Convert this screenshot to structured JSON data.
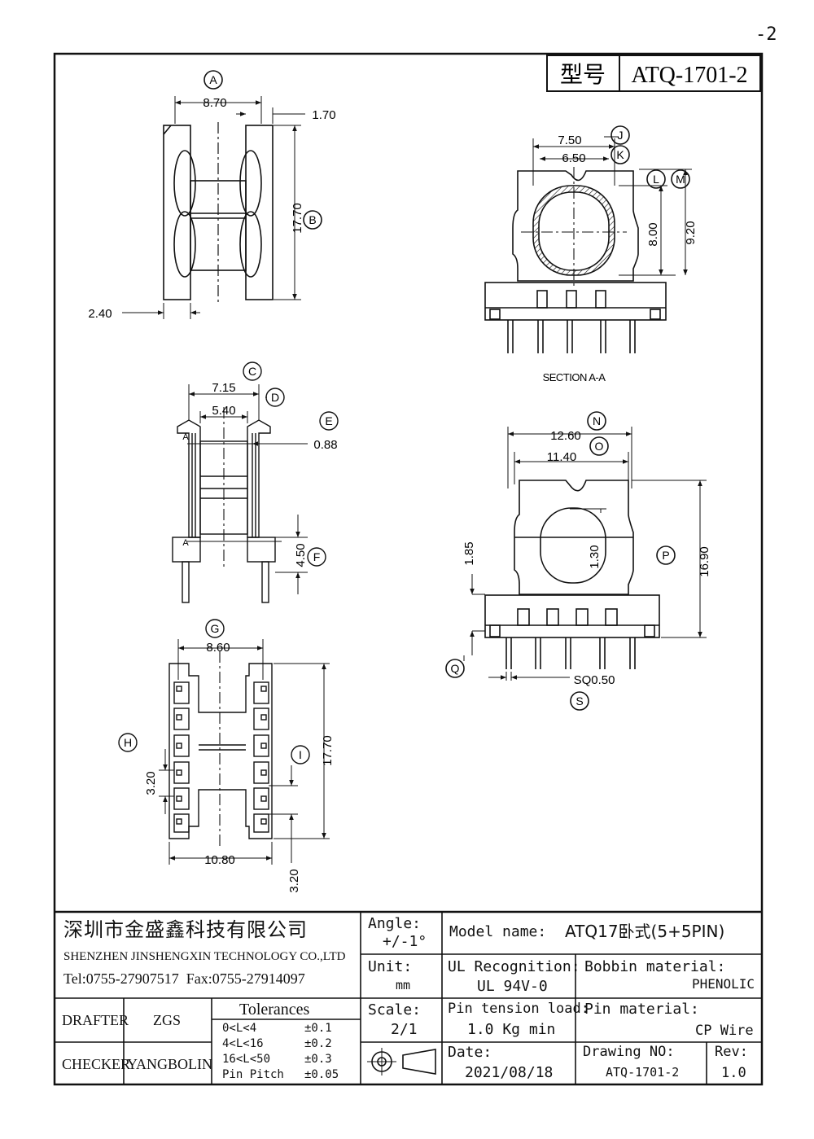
{
  "page_number": "-2",
  "header": {
    "model_label": "型号",
    "model_value": "ATQ-1701-2"
  },
  "views": {
    "top": {
      "dim_a": "8.70",
      "dim_b": "17.70",
      "dim_left": "2.40",
      "dim_right": "1.70",
      "ref_a": "A",
      "ref_b": "B"
    },
    "section": {
      "dim_j": "7.50",
      "dim_k": "6.50",
      "dim_l": "8.00",
      "dim_m": "9.20",
      "ref_j": "J",
      "ref_k": "K",
      "ref_l": "L",
      "ref_m": "M",
      "caption": "SECTION A-A"
    },
    "side": {
      "dim_c": "7.15",
      "dim_d": "5.40",
      "dim_e": "0.88",
      "dim_f": "4.50",
      "ref_c": "C",
      "ref_d": "D",
      "ref_e": "E",
      "ref_f": "F",
      "section_marker": "A"
    },
    "front": {
      "dim_n": "12.60",
      "dim_o": "11.40",
      "dim_p": "16.90",
      "dim_q": "1.85",
      "dim_hole": "1.30",
      "dim_s": "SQ0.50",
      "ref_n": "N",
      "ref_o": "O",
      "ref_p": "P",
      "ref_q": "Q",
      "ref_s": "S"
    },
    "bottom": {
      "dim_g": "8.60",
      "dim_h": "3.20",
      "dim_i": "17.70",
      "dim_width": "10.80",
      "dim_pitch": "3.20",
      "ref_g": "G",
      "ref_h": "H",
      "ref_i": "I"
    }
  },
  "title_block": {
    "company_cn": "深圳市金盛鑫科技有限公司",
    "company_en": "SHENZHEN JINSHENGXIN TECHNOLOGY CO.,LTD",
    "contact": "Tel:0755-27907517  Fax:0755-27914097",
    "drafter_label": "DRAFTER",
    "drafter": "ZGS",
    "checker_label": "CHECKER",
    "checker": "YANGBOLIN",
    "tolerances_title": "Tolerances",
    "tolerances": [
      {
        "range": "0<L<4",
        "value": "±0.1"
      },
      {
        "range": "4<L<16",
        "value": "±0.2"
      },
      {
        "range": "16<L<50",
        "value": "±0.3"
      },
      {
        "range": "Pin Pitch",
        "value": "±0.05"
      }
    ],
    "angle_label": "Angle:",
    "angle": "+/-1°",
    "unit_label": "Unit:",
    "unit": "mm",
    "scale_label": "Scale:",
    "scale": "2/1",
    "model_name_label": "Model name:",
    "model_name": "ATQ17卧式(5+5PIN)",
    "ul_label": "UL Recognition:",
    "ul": "UL 94V-0",
    "bobbin_label": "Bobbin material:",
    "bobbin": "PHENOLIC",
    "pin_tension_label": "Pin tension load:",
    "pin_tension": "1.0 Kg min",
    "pin_material_label": "Pin material:",
    "pin_material": "CP Wire",
    "date_label": "Date:",
    "date": "2021/08/18",
    "drawing_no_label": "Drawing NO:",
    "drawing_no": "ATQ-1701-2",
    "rev_label": "Rev:",
    "rev": "1.0"
  }
}
